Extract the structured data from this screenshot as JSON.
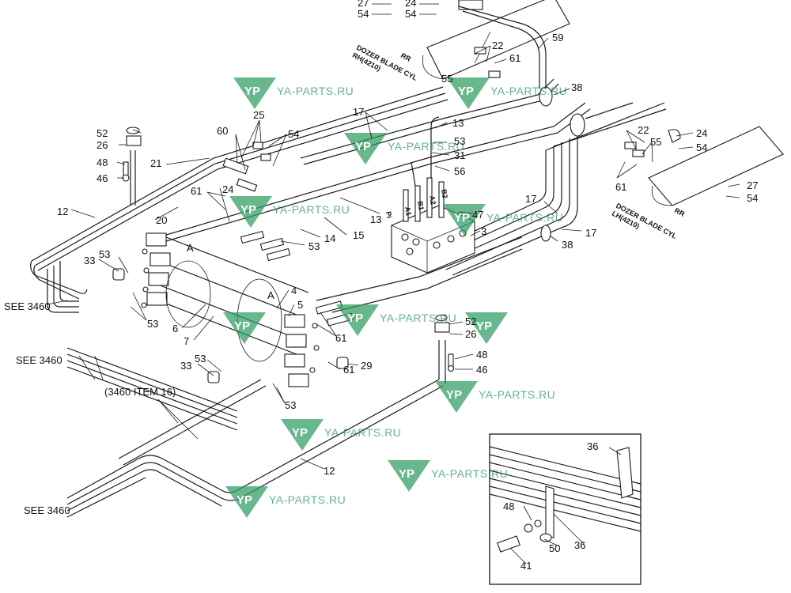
{
  "watermark": {
    "text": "YA-PARTS.RU",
    "logo": "YP",
    "color": "#2f9b5f"
  },
  "references": {
    "see_3460": "SEE 3460",
    "item16": "(3460 ITEM 16)",
    "detail_a": "A"
  },
  "cylinders": {
    "rh": {
      "line1": "DOZER BLADE CYL",
      "line2": "RH(4210)",
      "side": "RR"
    },
    "lh": {
      "line1": "DOZER BLADE CYL",
      "line2": "LH(4210)",
      "side": "RR"
    }
  },
  "valve_ports": [
    "A1",
    "B1",
    "A2",
    "B2",
    "Pi"
  ],
  "callouts": {
    "c27a": "27",
    "c24a": "24",
    "c54a": "54",
    "c54b": "54",
    "c22a": "22",
    "c61a": "61",
    "c59": "59",
    "c55a": "55",
    "c38a": "38",
    "c25": "25",
    "c60": "60",
    "c54c": "54",
    "c17a": "17",
    "c13a": "13",
    "c53a": "53",
    "c31": "31",
    "c56": "56",
    "c52a": "52",
    "c26a": "26",
    "c48a": "48",
    "c46a": "46",
    "c21": "21",
    "c12a": "12",
    "c20": "20",
    "c24b": "24",
    "c61b": "61",
    "c13b": "13",
    "c47": "47",
    "c3": "3",
    "c14": "14",
    "c15": "15",
    "c53b": "53",
    "c22b": "22",
    "c24c": "24",
    "c55b": "55",
    "c54d": "54",
    "c61c": "61",
    "c27b": "27",
    "c54e": "54",
    "c17b": "17",
    "c17c": "17",
    "c38b": "38",
    "c33a": "33",
    "c53c": "53",
    "c53d": "53",
    "c6": "6",
    "c7": "7",
    "c4": "4",
    "c5": "5",
    "c61d": "61",
    "c52b": "52",
    "c26b": "26",
    "c48b": "48",
    "c46b": "46",
    "c33b": "33",
    "c53e": "53",
    "c61e": "61",
    "c29": "29",
    "c53f": "53",
    "c12b": "12",
    "c36a": "36",
    "c48c": "48",
    "c50": "50",
    "c36b": "36",
    "c41": "41"
  }
}
